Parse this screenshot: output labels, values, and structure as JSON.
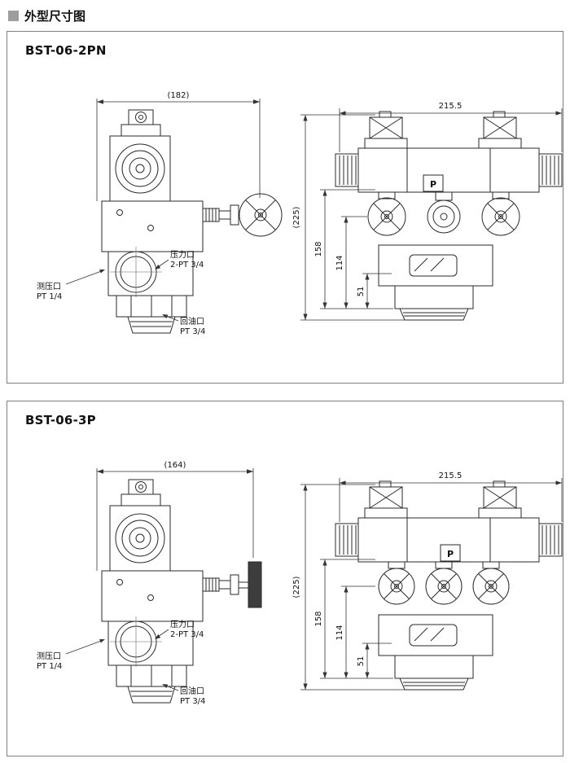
{
  "page_title": "外型尺寸图",
  "panels": [
    {
      "model": "BST-06-2PN",
      "side_view": {
        "width_dim": "(182)",
        "pressure_port_label": "压力口",
        "pressure_port_size": "2-PT 3/4",
        "gauge_port_label": "测压口",
        "gauge_port_size": "PT 1/4",
        "return_port_label": "回油口",
        "return_port_size": "PT 3/4"
      },
      "front_view": {
        "width_dim": "215.5",
        "height_dim": "(225)",
        "dim_a": "158",
        "dim_b": "114",
        "dim_c": "51",
        "port_letter": "P"
      }
    },
    {
      "model": "BST-06-3P",
      "side_view": {
        "width_dim": "(164)",
        "pressure_port_label": "压力口",
        "pressure_port_size": "2-PT 3/4",
        "gauge_port_label": "测压口",
        "gauge_port_size": "PT 1/4",
        "return_port_label": "回油口",
        "return_port_size": "PT 3/4"
      },
      "front_view": {
        "width_dim": "215.5",
        "height_dim": "(225)",
        "dim_a": "158",
        "dim_b": "114",
        "dim_c": "51",
        "port_letter": "P"
      }
    }
  ]
}
